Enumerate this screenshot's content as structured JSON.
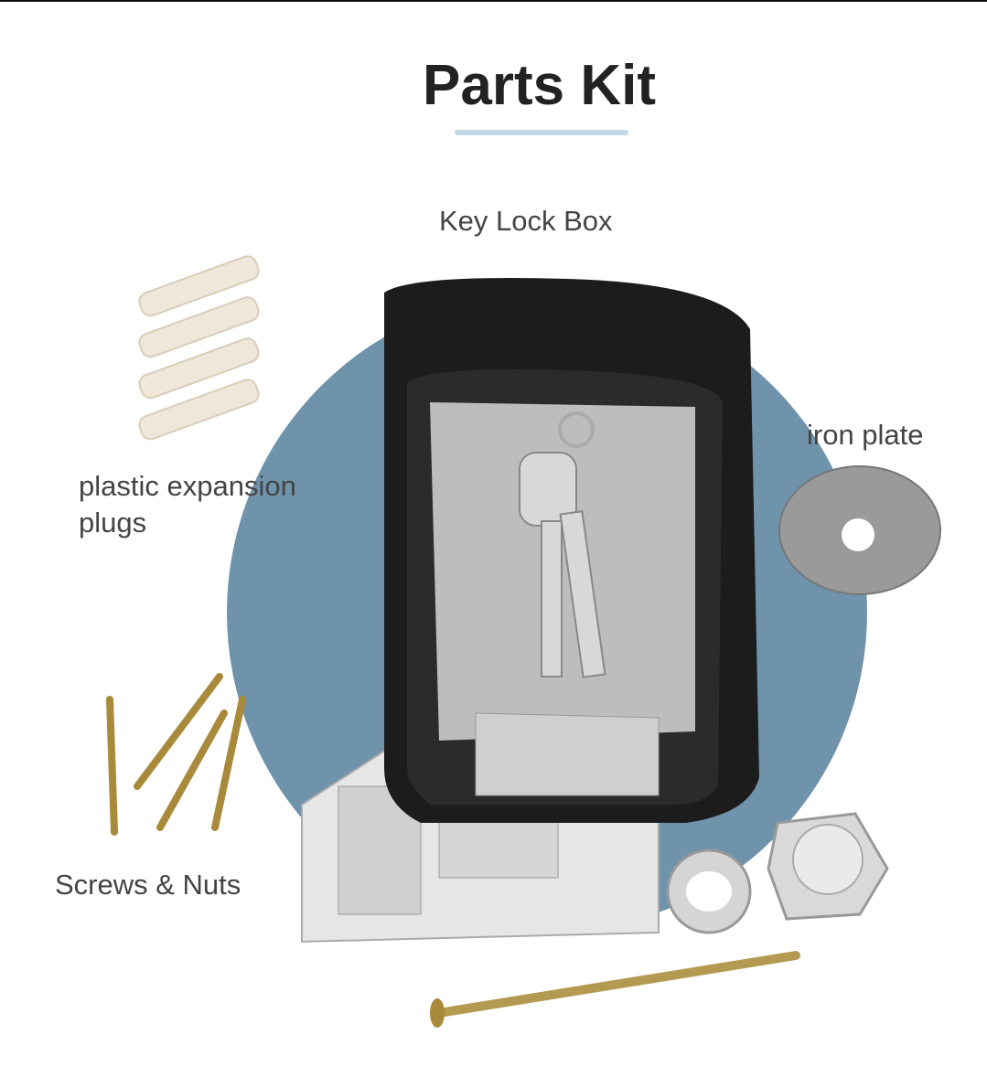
{
  "title": "Parts Kit",
  "labels": {
    "key_lock_box": "Key Lock Box",
    "plastic_expansion_plugs": "plastic expansion plugs",
    "iron_plate": "iron plate",
    "screws_nuts": "Screws & Nuts"
  },
  "colors": {
    "circle": "#6f93ab",
    "title": "#222222",
    "underline": "#c3d8e6"
  }
}
